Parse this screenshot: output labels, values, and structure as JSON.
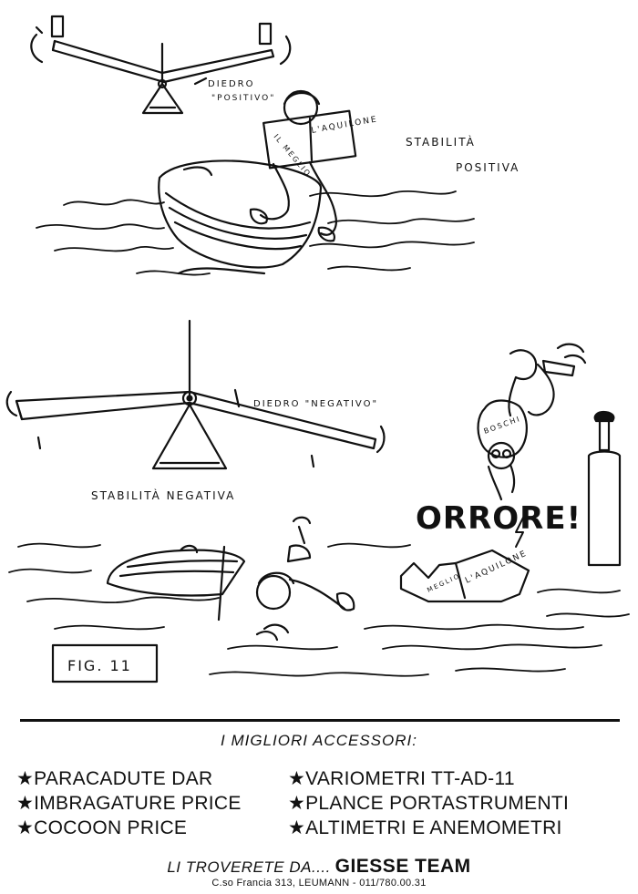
{
  "illustration": {
    "label_dihedral_positive": "DIEDRO",
    "label_positive_word": "\"POSITIVO\"",
    "label_stability_positive_1": "STABILITÀ",
    "label_stability_positive_2": "POSITIVA",
    "label_dihedral_negative": "DIEDRO \"NEGATIVO\"",
    "label_stability_negative": "STABILITÀ NEGATIVA",
    "horror_exclamation": "ORRORE!",
    "newspaper_title_top": "L'AQUILONE",
    "newspaper_side_top": "IL MEGLIO",
    "newspaper_title_bottom": "L'AQUILONE",
    "newspaper_side_bottom": "MEGLIO",
    "pilot_shirt_name": "BOSCHI",
    "figure_label": "FIG. 11"
  },
  "ad": {
    "heading": "I MIGLIORI ACCESSORI:",
    "left_items": [
      "★PARACADUTE DAR",
      "★IMBRAGATURE PRICE",
      "★COCOON PRICE"
    ],
    "right_items": [
      "★VARIOMETRI TT-AD-11",
      "★PLANCE PORTASTRUMENTI",
      "★ALTIMETRI E ANEMOMETRI"
    ],
    "footer_lead": "LI TROVERETE DA....",
    "footer_brand": "GIESSE TEAM",
    "address": "C.so Francia 313, LEUMANN - 011/780.00.31"
  }
}
